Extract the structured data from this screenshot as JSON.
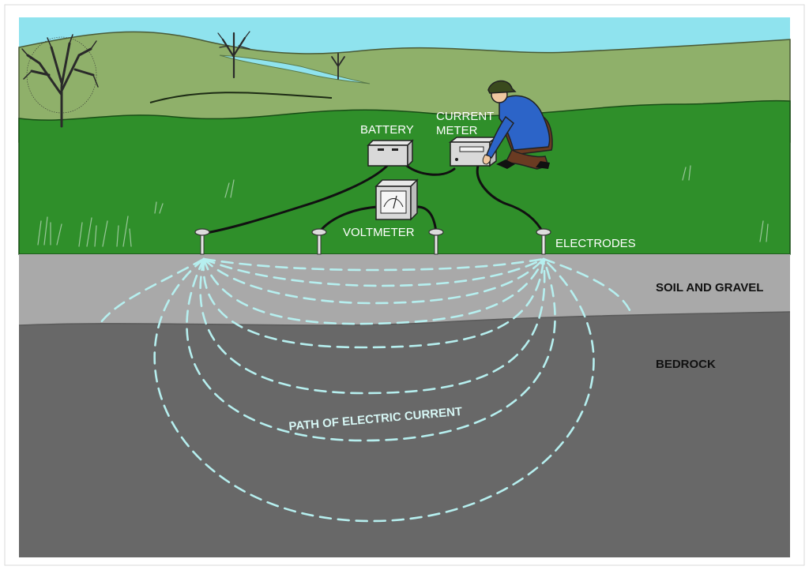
{
  "labels": {
    "battery": "BATTERY",
    "current_meter_line1": "CURRENT",
    "current_meter_line2": "METER",
    "voltmeter": "VOLTMETER",
    "electrodes": "ELECTRODES",
    "soil_layer": "SOIL AND GRAVEL",
    "bedrock_layer": "BEDROCK",
    "current_path": "PATH OF ELECTRIC CURRENT"
  },
  "colors": {
    "sky": "#8fe3ee",
    "hills": "#8fb06a",
    "grass": "#2f8f2a",
    "soil": "#a9a9a9",
    "bedrock": "#686868",
    "current_path": "#b6efef",
    "wire": "#111111"
  }
}
